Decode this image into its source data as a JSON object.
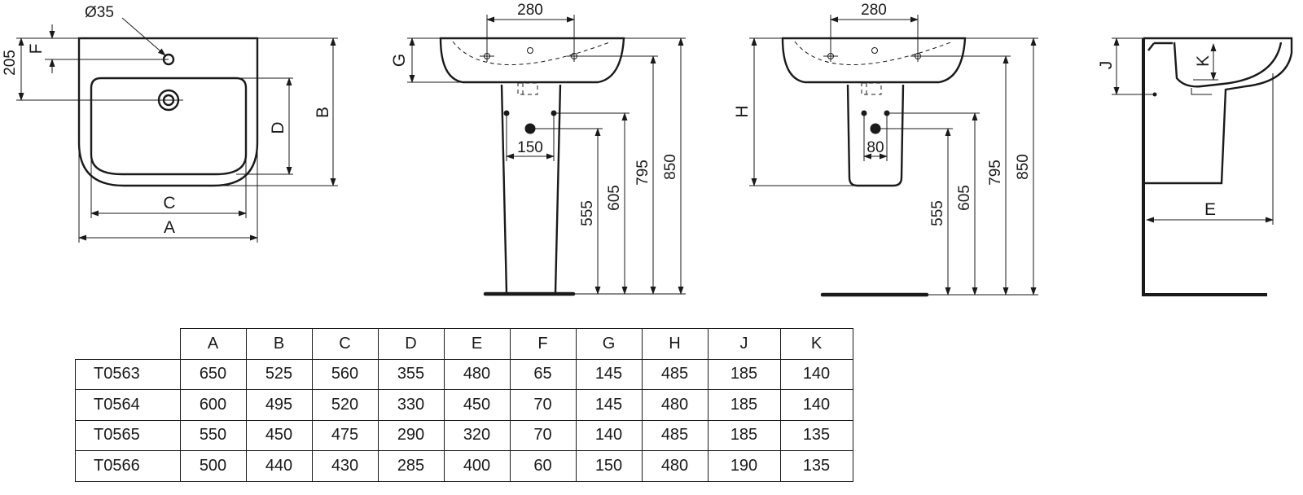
{
  "drawing": {
    "hole_diameter": "Ø35",
    "front_view": {
      "dim_hole_offset": "205",
      "label_f": "F",
      "label_c": "C",
      "label_a": "A",
      "label_d": "D",
      "label_b": "B"
    },
    "pedestal_view": {
      "tap_spacing": "280",
      "label_g": "G",
      "trap_spacing": "150",
      "h555": "555",
      "h605": "605",
      "h795": "795",
      "h850": "850"
    },
    "semi_pedestal_view": {
      "tap_spacing": "280",
      "label_h": "H",
      "trap_spacing": "80",
      "h555": "555",
      "h605": "605",
      "h795": "795",
      "h850": "850"
    },
    "side_view": {
      "label_j": "J",
      "label_k": "K",
      "label_e": "E"
    }
  },
  "table": {
    "columns": [
      "A",
      "B",
      "C",
      "D",
      "E",
      "F",
      "G",
      "H",
      "J",
      "K"
    ],
    "rows": [
      {
        "model": "T0563",
        "values": [
          "650",
          "525",
          "560",
          "355",
          "480",
          "65",
          "145",
          "485",
          "185",
          "140"
        ]
      },
      {
        "model": "T0564",
        "values": [
          "600",
          "495",
          "520",
          "330",
          "450",
          "70",
          "145",
          "480",
          "185",
          "140"
        ]
      },
      {
        "model": "T0565",
        "values": [
          "550",
          "450",
          "475",
          "290",
          "320",
          "70",
          "140",
          "485",
          "185",
          "135"
        ]
      },
      {
        "model": "T0566",
        "values": [
          "500",
          "440",
          "430",
          "285",
          "400",
          "60",
          "150",
          "480",
          "190",
          "135"
        ]
      }
    ]
  }
}
